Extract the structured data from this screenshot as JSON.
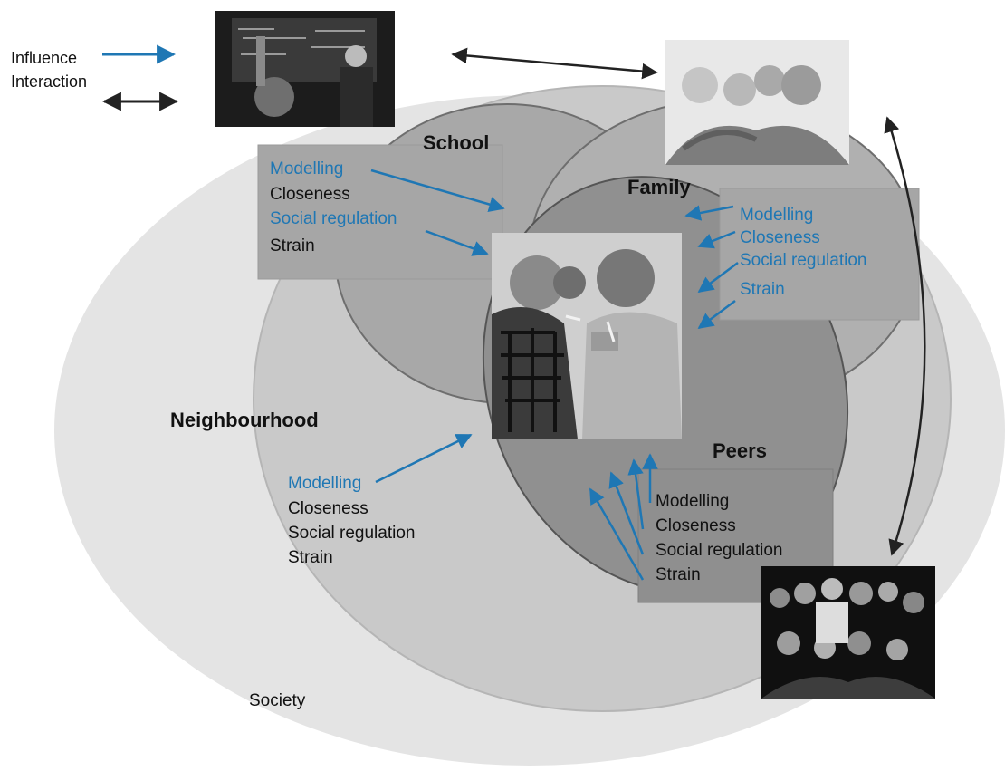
{
  "legend": {
    "influence_label": "Influence",
    "interaction_label": "Interaction"
  },
  "areas": {
    "society": "Society",
    "neighbourhood": "Neighbourhood",
    "school": "School",
    "family": "Family",
    "peers": "Peers"
  },
  "school_box": {
    "items": [
      "Modelling",
      "Closeness",
      "Social regulation",
      "Strain"
    ]
  },
  "family_box": {
    "items": [
      "Modelling",
      "Closeness",
      "Social regulation",
      "Strain"
    ]
  },
  "neighbourhood_box": {
    "items": [
      "Modelling",
      "Closeness",
      "Social regulation",
      "Strain"
    ]
  },
  "peers_box": {
    "items": [
      "Modelling",
      "Closeness",
      "Social regulation",
      "Strain"
    ]
  },
  "colors": {
    "influence_arrow": "#1f77b4",
    "interaction_arrow": "#222222",
    "society": "#e4e4e4",
    "neighbourhood": "#c9c9c9",
    "school_family": "#a8a8a8",
    "peers": "#8f8f8f"
  },
  "photos": {
    "classroom": "classroom-photo",
    "family": "family-photo",
    "boys_smoking": "boys-smoking-photo",
    "peer_group": "peer-group-photo"
  }
}
